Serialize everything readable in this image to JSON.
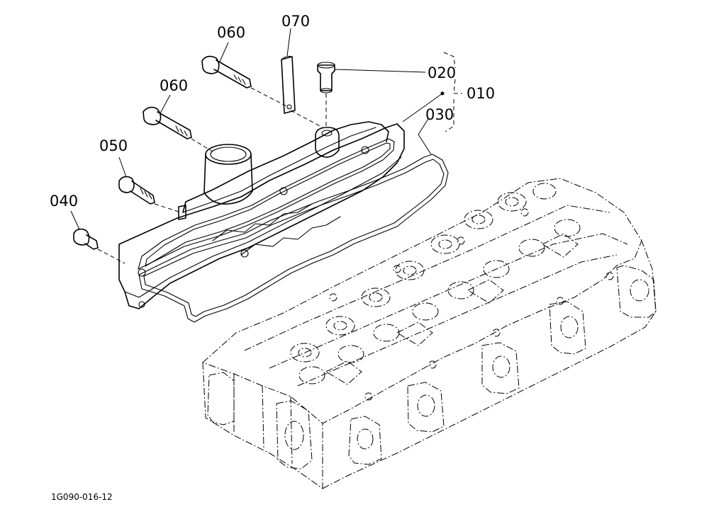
{
  "callouts": {
    "c070": "070",
    "c060a": "060",
    "c060b": "060",
    "c050": "050",
    "c040": "040",
    "c020": "020",
    "c010": "010",
    "c030": "030"
  },
  "figure_code": "1G090-016-12"
}
